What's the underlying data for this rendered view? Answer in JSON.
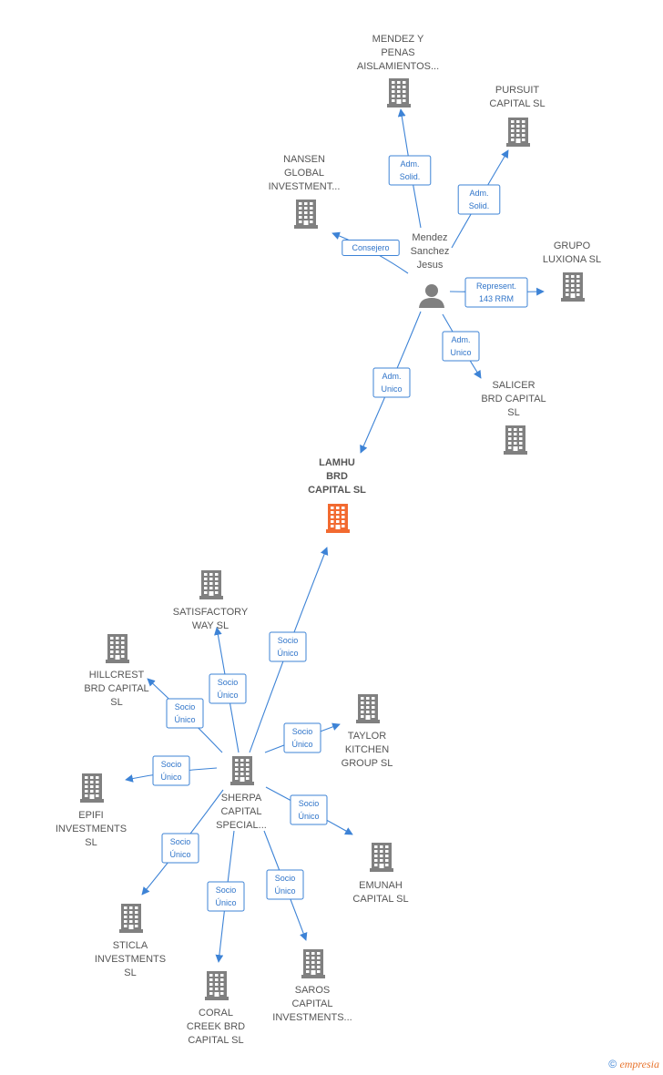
{
  "colors": {
    "company": "#808080",
    "main_company": "#f26a30",
    "person": "#808080",
    "edge": "#3d83d6",
    "text": "#555555"
  },
  "nodes": [
    {
      "id": "mendez_penas",
      "kind": "company",
      "lines": [
        "MENDEZ Y",
        "PENAS",
        "AISLAMIENTOS..."
      ]
    },
    {
      "id": "pursuit",
      "kind": "company",
      "lines": [
        "PURSUIT",
        "CAPITAL  SL"
      ]
    },
    {
      "id": "nansen",
      "kind": "company",
      "lines": [
        "NANSEN",
        "GLOBAL",
        "INVESTMENT..."
      ]
    },
    {
      "id": "person",
      "kind": "person",
      "lines": [
        "Mendez",
        "Sanchez",
        "Jesus"
      ]
    },
    {
      "id": "grupo",
      "kind": "company",
      "lines": [
        "GRUPO",
        "LUXIONA  SL"
      ]
    },
    {
      "id": "salicer",
      "kind": "company",
      "lines": [
        "SALICER",
        "BRD CAPITAL",
        "SL"
      ]
    },
    {
      "id": "lamhu",
      "kind": "main",
      "lines": [
        "LAMHU",
        "BRD",
        "CAPITAL  SL"
      ]
    },
    {
      "id": "satisfactory",
      "kind": "company",
      "lines": [
        "SATISFACTORY",
        "WAY  SL"
      ]
    },
    {
      "id": "hillcrest",
      "kind": "company",
      "lines": [
        "HILLCREST",
        "BRD CAPITAL",
        "SL"
      ]
    },
    {
      "id": "taylor",
      "kind": "company",
      "lines": [
        "TAYLOR",
        "KITCHEN",
        "GROUP  SL"
      ]
    },
    {
      "id": "sherpa",
      "kind": "company",
      "lines": [
        "SHERPA",
        "CAPITAL",
        "SPECIAL..."
      ]
    },
    {
      "id": "epifi",
      "kind": "company",
      "lines": [
        "EPIFI",
        "INVESTMENTS",
        "SL"
      ]
    },
    {
      "id": "emunah",
      "kind": "company",
      "lines": [
        "EMUNAH",
        "CAPITAL  SL"
      ]
    },
    {
      "id": "sticla",
      "kind": "company",
      "lines": [
        "STICLA",
        "INVESTMENTS",
        "SL"
      ]
    },
    {
      "id": "coral",
      "kind": "company",
      "lines": [
        "CORAL",
        "CREEK BRD",
        "CAPITAL  SL"
      ]
    },
    {
      "id": "saros",
      "kind": "company",
      "lines": [
        "SAROS",
        "CAPITAL",
        "INVESTMENTS..."
      ]
    }
  ],
  "edges": [
    {
      "from": "person",
      "to": "mendez_penas",
      "label": [
        "Adm.",
        "Solid."
      ]
    },
    {
      "from": "person",
      "to": "pursuit",
      "label": [
        "Adm.",
        "Solid."
      ]
    },
    {
      "from": "person",
      "to": "nansen",
      "label": [
        "Consejero"
      ]
    },
    {
      "from": "person",
      "to": "grupo",
      "label": [
        "Represent.",
        "143 RRM"
      ]
    },
    {
      "from": "person",
      "to": "salicer",
      "label": [
        "Adm.",
        "Unico"
      ]
    },
    {
      "from": "person",
      "to": "lamhu",
      "label": [
        "Adm.",
        "Unico"
      ]
    },
    {
      "from": "sherpa",
      "to": "lamhu",
      "label": [
        "Socio",
        "Único"
      ]
    },
    {
      "from": "sherpa",
      "to": "satisfactory",
      "label": [
        "Socio",
        "Único"
      ]
    },
    {
      "from": "sherpa",
      "to": "hillcrest",
      "label": [
        "Socio",
        "Único"
      ]
    },
    {
      "from": "sherpa",
      "to": "taylor",
      "label": [
        "Socio",
        "Único"
      ]
    },
    {
      "from": "sherpa",
      "to": "epifi",
      "label": [
        "Socio",
        "Único"
      ]
    },
    {
      "from": "sherpa",
      "to": "emunah",
      "label": [
        "Socio",
        "Único"
      ]
    },
    {
      "from": "sherpa",
      "to": "sticla",
      "label": [
        "Socio",
        "Único"
      ]
    },
    {
      "from": "sherpa",
      "to": "coral",
      "label": [
        "Socio",
        "Único"
      ]
    },
    {
      "from": "sherpa",
      "to": "saros",
      "label": [
        "Socio",
        "Único"
      ]
    }
  ],
  "footer": {
    "copyright": "©",
    "brand": "mpresia",
    "brand_initial": "e"
  }
}
